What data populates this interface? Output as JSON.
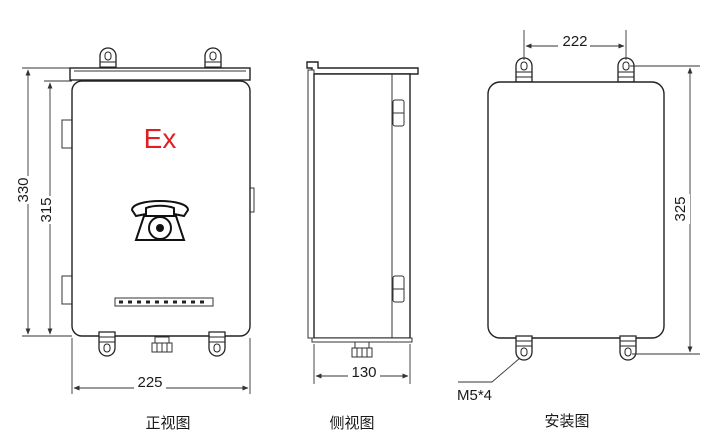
{
  "front_view": {
    "caption": "正视图",
    "ex_mark": "Ex",
    "dim_width": "225",
    "dim_height_outer": "330",
    "dim_height_inner": "315",
    "icon": "telephone-icon"
  },
  "side_view": {
    "caption": "侧视图",
    "dim_depth": "130"
  },
  "install_view": {
    "caption": "安装图",
    "dim_hole_spacing_h": "222",
    "dim_hole_spacing_v": "325",
    "screw_label": "M5*4"
  }
}
